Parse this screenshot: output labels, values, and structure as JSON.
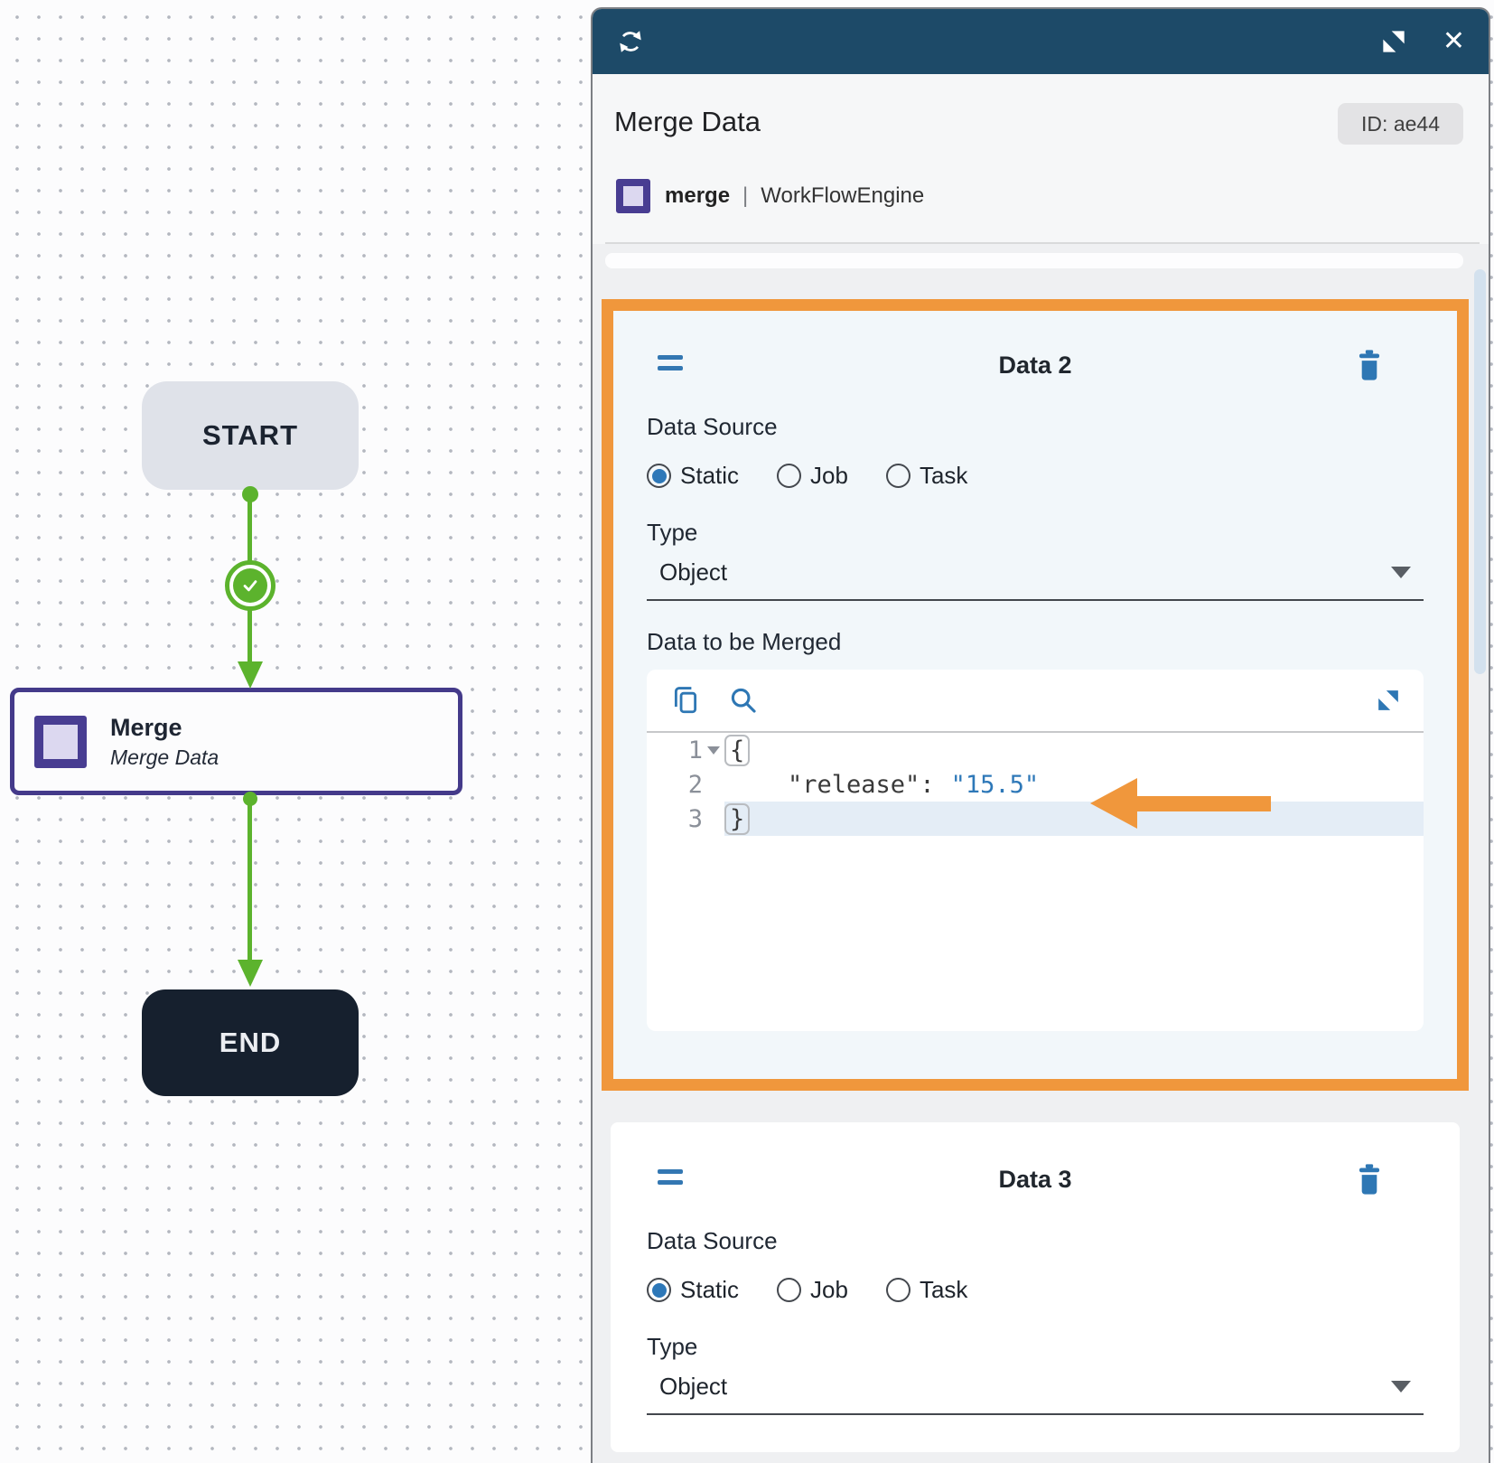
{
  "canvas": {
    "start_label": "START",
    "merge_title": "Merge",
    "merge_subtitle": "Merge Data",
    "end_label": "END"
  },
  "panel": {
    "title": "Merge Data",
    "id_badge": "ID: ae44",
    "type_name": "merge",
    "separator": "|",
    "engine_name": "WorkFlowEngine"
  },
  "data2": {
    "title": "Data 2",
    "data_source_label": "Data Source",
    "radios": [
      {
        "label": "Static",
        "selected": true
      },
      {
        "label": "Job",
        "selected": false
      },
      {
        "label": "Task",
        "selected": false
      }
    ],
    "type_label": "Type",
    "type_value": "Object",
    "merged_label": "Data to be Merged",
    "editor": {
      "gutter": [
        "1",
        "2",
        "3"
      ],
      "line1_open": "{",
      "line2_key": "\"release\"",
      "line2_sep": ":",
      "line2_value": "\"15.5\"",
      "line3_close": "}"
    }
  },
  "data3": {
    "title": "Data 3",
    "data_source_label": "Data Source",
    "radios": [
      {
        "label": "Static",
        "selected": true
      },
      {
        "label": "Job",
        "selected": false
      },
      {
        "label": "Task",
        "selected": false
      }
    ],
    "type_label": "Type",
    "type_value": "Object"
  },
  "icons": {
    "close": "✕"
  },
  "colors": {
    "header_teal": "#1d4a68",
    "accent_blue": "#2e77b4",
    "highlight_orange": "#f0973c",
    "connector_green": "#5cb32d",
    "node_purple": "#443a8a"
  }
}
